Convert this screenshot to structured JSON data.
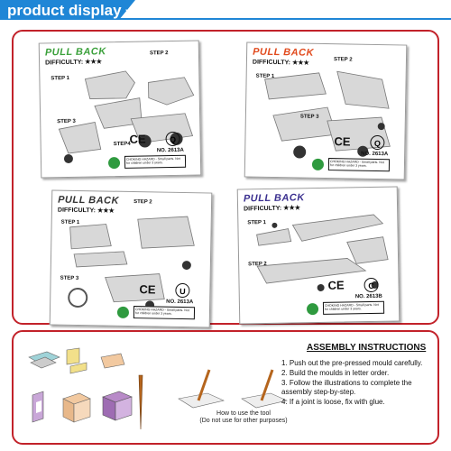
{
  "header": {
    "title": "product display",
    "arrow": "»"
  },
  "cards": [
    {
      "logo": "PULL BACK",
      "logo_color": "#3aa03a",
      "difficulty": "DIFFICULTY: ★★★",
      "steps": [
        "STEP 1",
        "STEP 2",
        "STEP 3",
        "STEP4"
      ],
      "model_no": "NO. 2613A",
      "mark": "Q"
    },
    {
      "logo": "PULL BACK",
      "logo_color": "#e14a1d",
      "difficulty": "DIFFICULTY: ★★★",
      "steps": [
        "STEP 1",
        "STEP 2",
        "STEP 3"
      ],
      "model_no": "NO. 2613A",
      "mark": "Q"
    },
    {
      "logo": "PULL BACK",
      "logo_color": "#333333",
      "difficulty": "DIFFICULTY: ★★★",
      "steps": [
        "STEP 1",
        "STEP 2",
        "STEP 3"
      ],
      "model_no": "NO. 2613A",
      "mark": "U"
    },
    {
      "logo": "PULL BACK",
      "logo_color": "#3a2f8f",
      "difficulty": "DIFFICULTY: ★★★",
      "steps": [
        "STEP 1",
        "STEP 2"
      ],
      "model_no": "NO. 2613B",
      "mark": "C"
    }
  ],
  "marks": {
    "ce": "CE",
    "warning": "CHOKING HAZARD - Small parts. Not for children under 3 years."
  },
  "instructions": {
    "tool_caption_1": "How to use the tool",
    "tool_caption_2": "(Do not use for other purposes)",
    "title": "ASSEMBLY INSTRUCTIONS",
    "items": [
      "1. Push out the pre-pressed mould carefully.",
      "2. Build the moulds in letter order.",
      "3. Follow the illustrations to complete the assembly step-by-step.",
      "4. If a joint is loose, fix with glue."
    ]
  }
}
